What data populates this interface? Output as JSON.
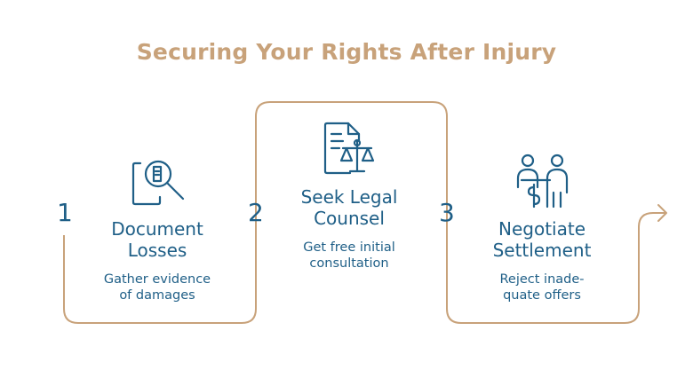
{
  "title": "Securing Your Rights After Injury",
  "steps": [
    {
      "number": "1",
      "title_line1": "Document",
      "title_line2": "Losses",
      "desc_line1": "Gather evidence",
      "desc_line2": "of damages",
      "icon": "document-search-icon"
    },
    {
      "number": "2",
      "title_line1": "Seek Legal",
      "title_line2": "Counsel",
      "desc_line1": "Get free initial",
      "desc_line2": "consultation",
      "icon": "legal-scale-document-icon"
    },
    {
      "number": "3",
      "title_line1": "Negotiate",
      "title_line2": "Settlement",
      "desc_line1": "Reject inade-",
      "desc_line2": "quate offers",
      "icon": "negotiation-people-icon"
    }
  ],
  "colors": {
    "accent": "#c8a27a",
    "text": "#1f5f87"
  }
}
